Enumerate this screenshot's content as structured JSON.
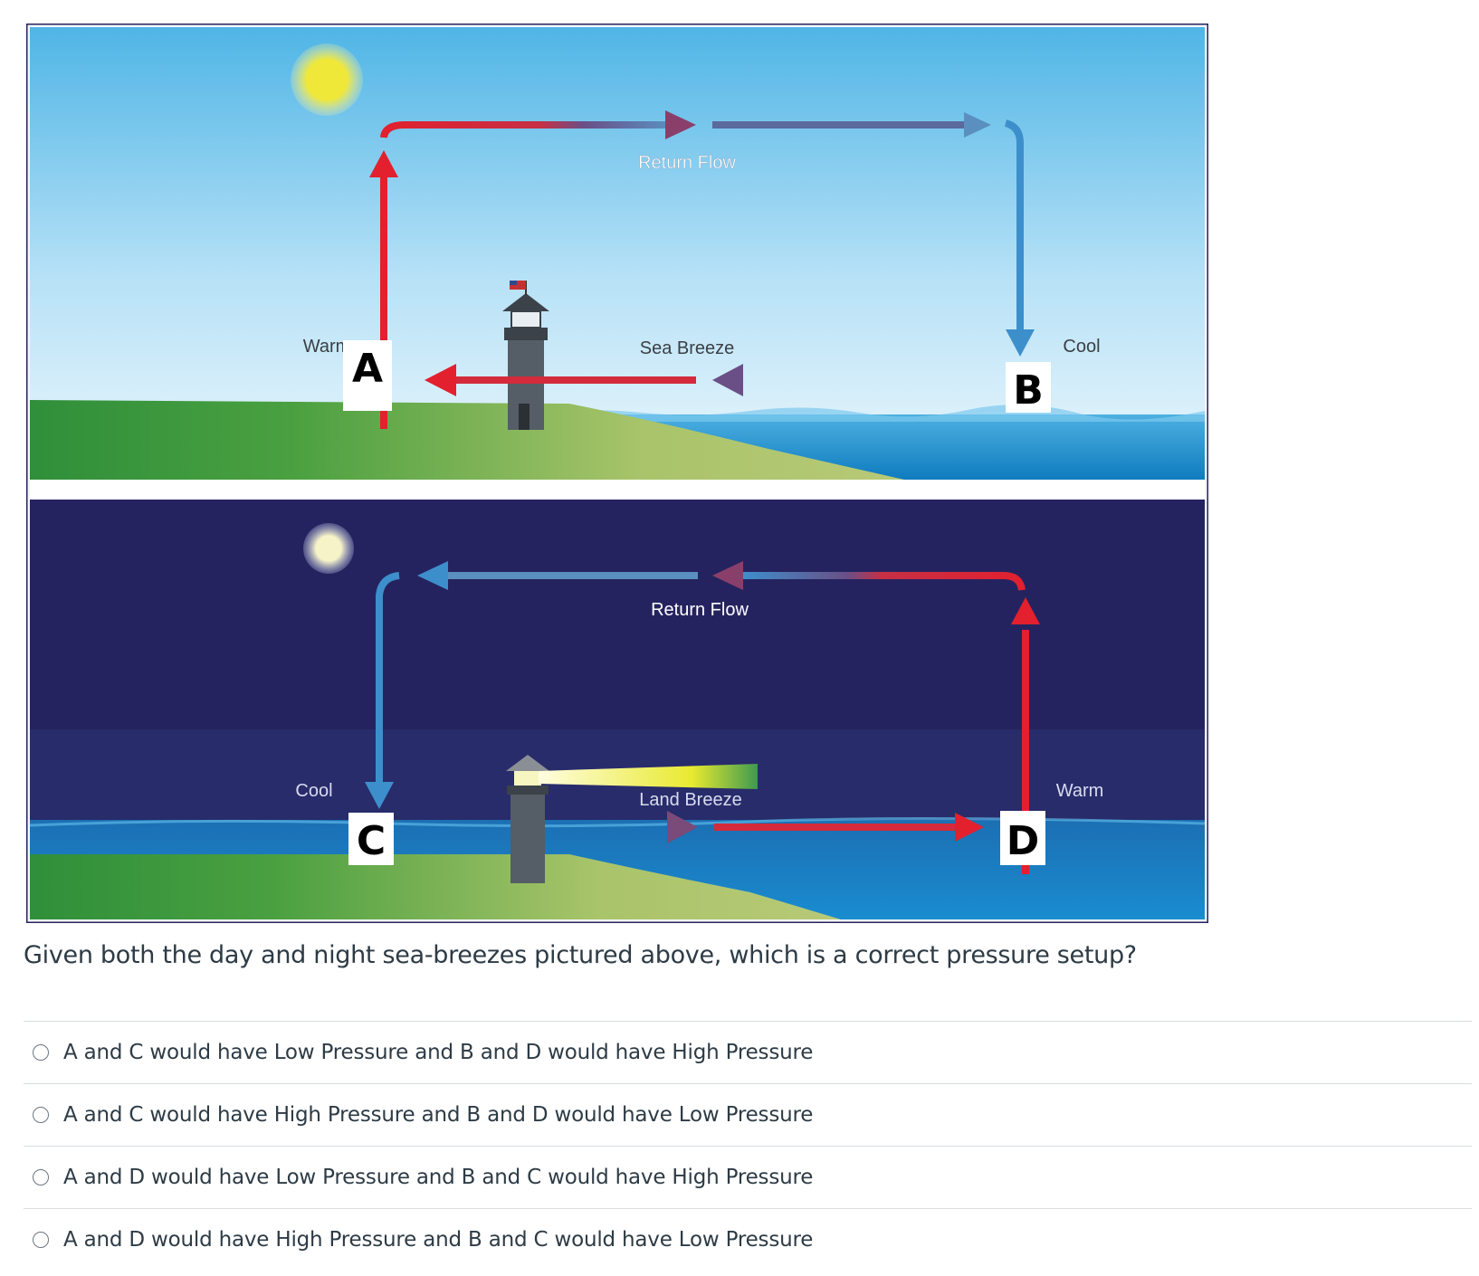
{
  "diagram": {
    "day": {
      "warm_label": "Warm",
      "cool_label": "Cool",
      "return_flow_label": "Return Flow",
      "breeze_label": "Sea Breeze",
      "point_left": "A",
      "point_right": "B"
    },
    "night": {
      "cool_label": "Cool",
      "warm_label": "Warm",
      "return_flow_label": "Return Flow",
      "breeze_label": "Land Breeze",
      "point_left": "C",
      "point_right": "D"
    },
    "colors": {
      "sky_top": "#4fb5e6",
      "sky_bottom": "#dff1fb",
      "night_sky": "#25235f",
      "land": "#3d9a3f",
      "sand": "#a9c46a",
      "sea": "#1a8cd0",
      "warm_arrow": "#e2202e",
      "cool_arrow": "#3d8fcc",
      "mid_arrow": "#6a4f86"
    }
  },
  "question": {
    "text": "Given both the day and night sea-breezes pictured above, which is a correct pressure setup?",
    "options": [
      "A and C would have Low Pressure and B and D would have High Pressure",
      "A and C would have High Pressure and B and D would have Low Pressure",
      "A and D would have Low Pressure and B and C would have High Pressure",
      "A and D would have High Pressure and B and C would have Low Pressure"
    ]
  }
}
